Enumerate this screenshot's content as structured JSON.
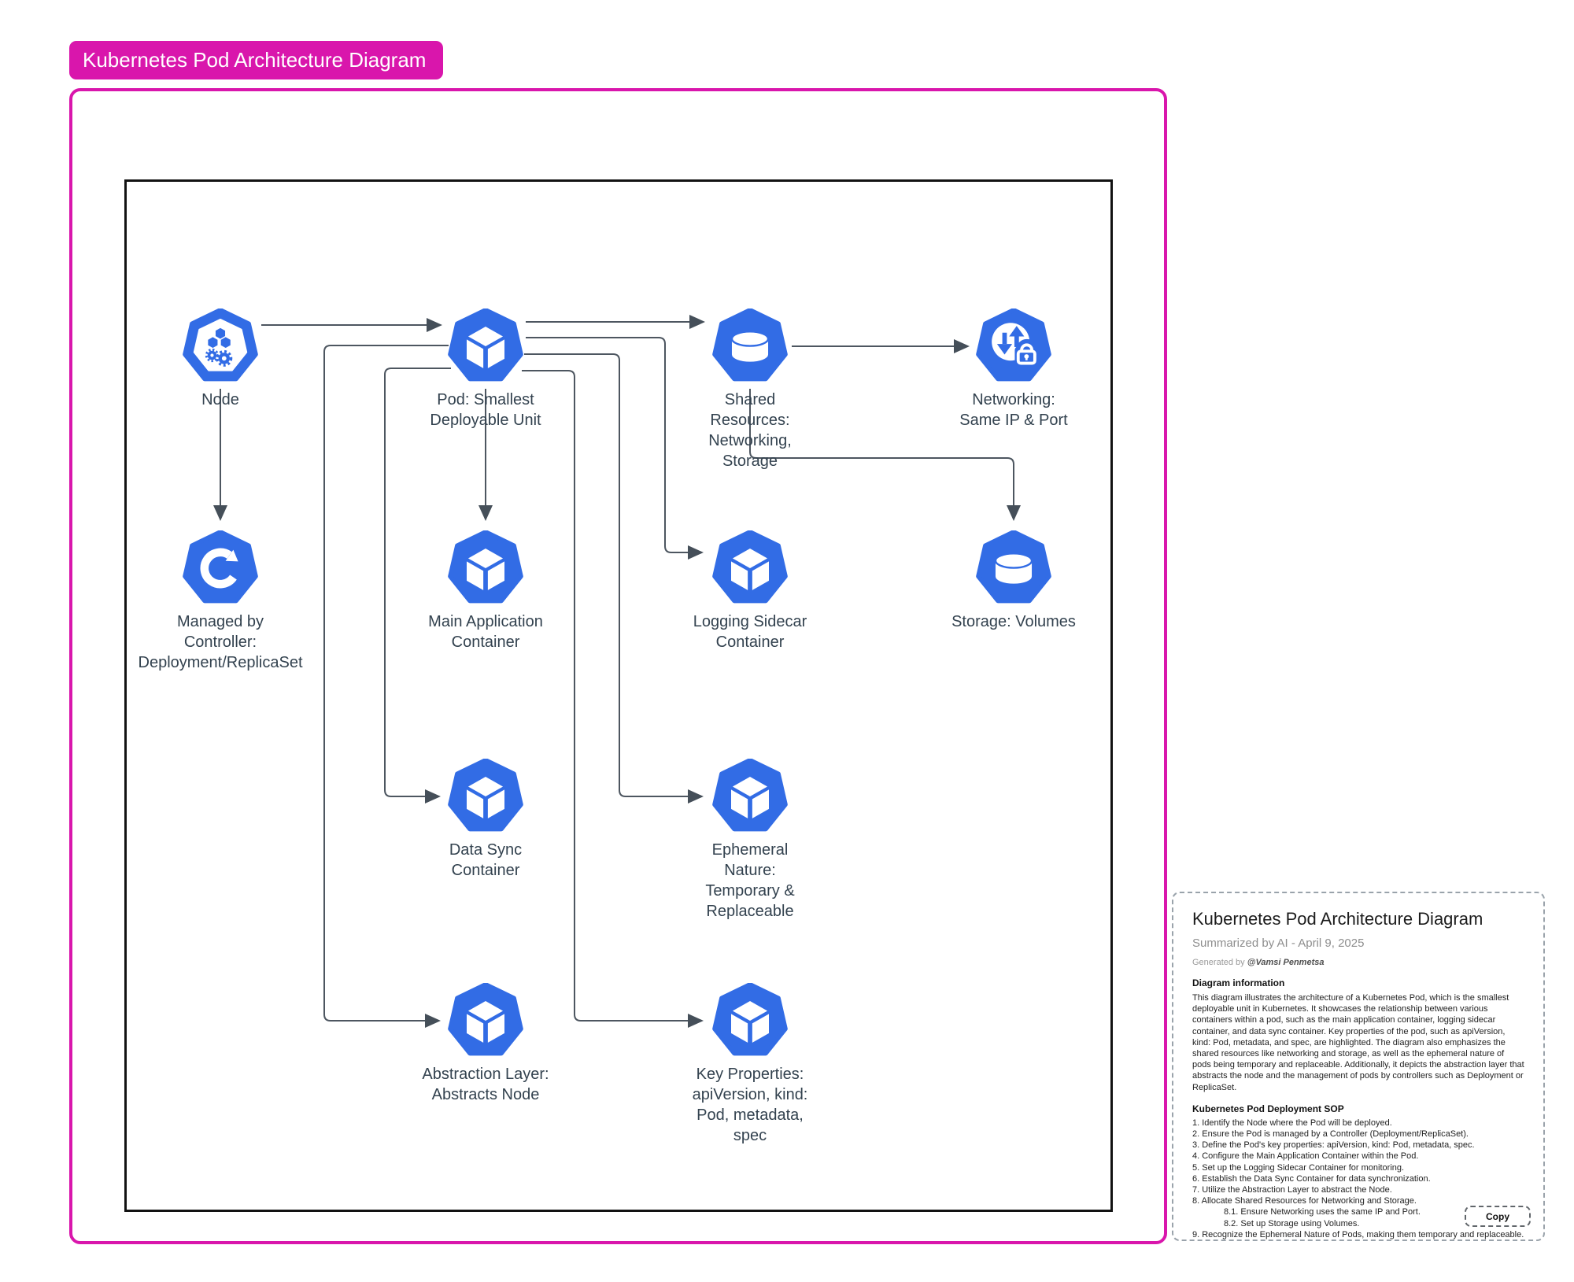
{
  "badge": {
    "title": "Kubernetes Pod Architecture Diagram"
  },
  "colors": {
    "accent_magenta": "#d916ac",
    "kubernetes_blue": "#326ce5",
    "connector_gray": "#4d5660",
    "label_text": "#33424f"
  },
  "diagram": {
    "nodes": [
      {
        "id": "node",
        "icon": "node-icon",
        "label": "Node"
      },
      {
        "id": "pod",
        "icon": "cube-icon",
        "label": "Pod: Smallest\nDeployable Unit"
      },
      {
        "id": "shared-resources",
        "icon": "storage-disk-icon",
        "label": "Shared\nResources:\nNetworking,\nStorage"
      },
      {
        "id": "networking",
        "icon": "network-lock-icon",
        "label": "Networking:\nSame IP & Port"
      },
      {
        "id": "controller",
        "icon": "controller-refresh-icon",
        "label": "Managed by\nController:\nDeployment/ReplicaSet"
      },
      {
        "id": "main-app-container",
        "icon": "cube-icon",
        "label": "Main Application\nContainer"
      },
      {
        "id": "logging-sidecar",
        "icon": "cube-icon",
        "label": "Logging Sidecar\nContainer"
      },
      {
        "id": "storage-volumes",
        "icon": "storage-disk-icon",
        "label": "Storage: Volumes"
      },
      {
        "id": "data-sync",
        "icon": "cube-icon",
        "label": "Data Sync\nContainer"
      },
      {
        "id": "ephemeral-nature",
        "icon": "cube-icon",
        "label": "Ephemeral\nNature:\nTemporary &\nReplaceable"
      },
      {
        "id": "abstraction-layer",
        "icon": "cube-icon",
        "label": "Abstraction Layer:\nAbstracts Node"
      },
      {
        "id": "key-properties",
        "icon": "cube-icon",
        "label": "Key Properties:\napiVersion, kind:\nPod, metadata,\nspec"
      }
    ],
    "edges": [
      {
        "from": "node",
        "to": "pod"
      },
      {
        "from": "node",
        "to": "controller"
      },
      {
        "from": "pod",
        "to": "shared-resources"
      },
      {
        "from": "pod",
        "to": "main-app-container"
      },
      {
        "from": "pod",
        "to": "logging-sidecar"
      },
      {
        "from": "pod",
        "to": "ephemeral-nature"
      },
      {
        "from": "pod",
        "to": "key-properties"
      },
      {
        "from": "pod",
        "to": "data-sync"
      },
      {
        "from": "pod",
        "to": "abstraction-layer"
      },
      {
        "from": "shared-resources",
        "to": "networking"
      },
      {
        "from": "shared-resources",
        "to": "storage-volumes"
      }
    ]
  },
  "panel": {
    "title": "Kubernetes Pod Architecture Diagram",
    "summarized": "Summarized by AI - April 9, 2025",
    "generated_prefix": "Generated by ",
    "generated_author": "@Vamsi Penmetsa",
    "info_heading": "Diagram information",
    "info_text": "This diagram illustrates the architecture of a Kubernetes Pod, which is the smallest deployable unit in Kubernetes. It showcases the relationship between various containers within a pod, such as the main application container, logging sidecar container, and data sync container. Key properties of the pod, such as apiVersion, kind: Pod, metadata, and spec, are highlighted. The diagram also emphasizes the shared resources like networking and storage, as well as the ephemeral nature of pods being temporary and replaceable. Additionally, it depicts the abstraction layer that abstracts the node and the management of pods by controllers such as Deployment or ReplicaSet.",
    "sop_heading": "Kubernetes Pod Deployment SOP",
    "sop_items": [
      "1. Identify the Node where the Pod will be deployed.",
      "2. Ensure the Pod is managed by a Controller (Deployment/ReplicaSet).",
      "3. Define the Pod's key properties: apiVersion, kind: Pod, metadata, spec.",
      "4. Configure the Main Application Container within the Pod.",
      "5. Set up the Logging Sidecar Container for monitoring.",
      "6. Establish the Data Sync Container for data synchronization.",
      "7. Utilize the Abstraction Layer to abstract the Node.",
      "8. Allocate Shared Resources for Networking and Storage.",
      "8.1. Ensure Networking uses the same IP and Port.",
      "8.2. Set up Storage using Volumes.",
      "9. Recognize the Ephemeral Nature of Pods, making them temporary and replaceable."
    ],
    "copy_label": "Copy"
  }
}
